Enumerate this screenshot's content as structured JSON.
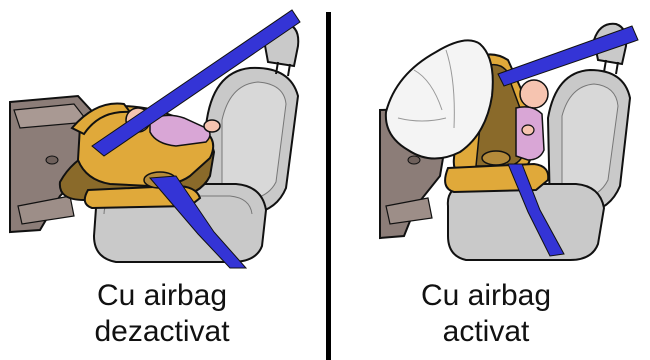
{
  "panels": [
    {
      "caption_line1": "Cu airbag",
      "caption_line2": "dezactivat",
      "airbag_state": "deactivated"
    },
    {
      "caption_line1": "Cu airbag",
      "caption_line2": "activat",
      "airbag_state": "activated"
    }
  ],
  "colors": {
    "belt": "#3434d6",
    "seat": "#c9c9c9",
    "carrier_shell": "#e0a93a",
    "carrier_dark": "#8a6a2a",
    "dashboard": "#8c7d78",
    "airbag": "#f4f4f4",
    "skin": "#f6c4b0",
    "outline": "#111111",
    "divider": "#000000"
  },
  "icons": [
    "car-seat",
    "infant-carrier",
    "seat-belt",
    "dashboard",
    "airbag",
    "baby"
  ]
}
